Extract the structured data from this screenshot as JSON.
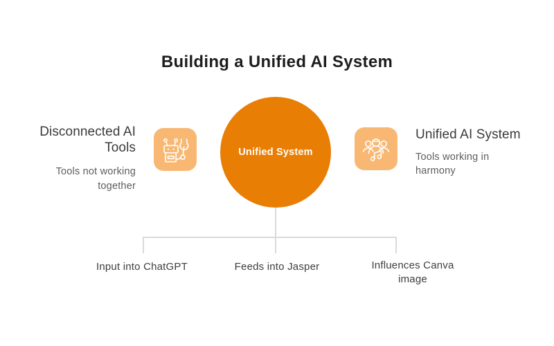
{
  "title": "Building a Unified AI System",
  "colors": {
    "accent": "#E87E04",
    "icon_bg": "#F8B873",
    "line": "#DADADA",
    "text_dark": "#1D1D1D",
    "text_section": "#3A3A3A",
    "text_gray": "#5D5D5D",
    "text_label": "#3D3D3D"
  },
  "left_section": {
    "title": "Disconnected AI Tools",
    "subtitle": "Tools not working together",
    "icon": "robot-wrench-icon"
  },
  "center": {
    "label": "Unified System"
  },
  "right_section": {
    "title": "Unified AI System",
    "subtitle": "Tools working in harmony",
    "icon": "people-harmony-icon"
  },
  "outputs": [
    {
      "label": "Input into ChatGPT"
    },
    {
      "label": "Feeds into Jasper"
    },
    {
      "label": "Influences Canva image"
    }
  ]
}
